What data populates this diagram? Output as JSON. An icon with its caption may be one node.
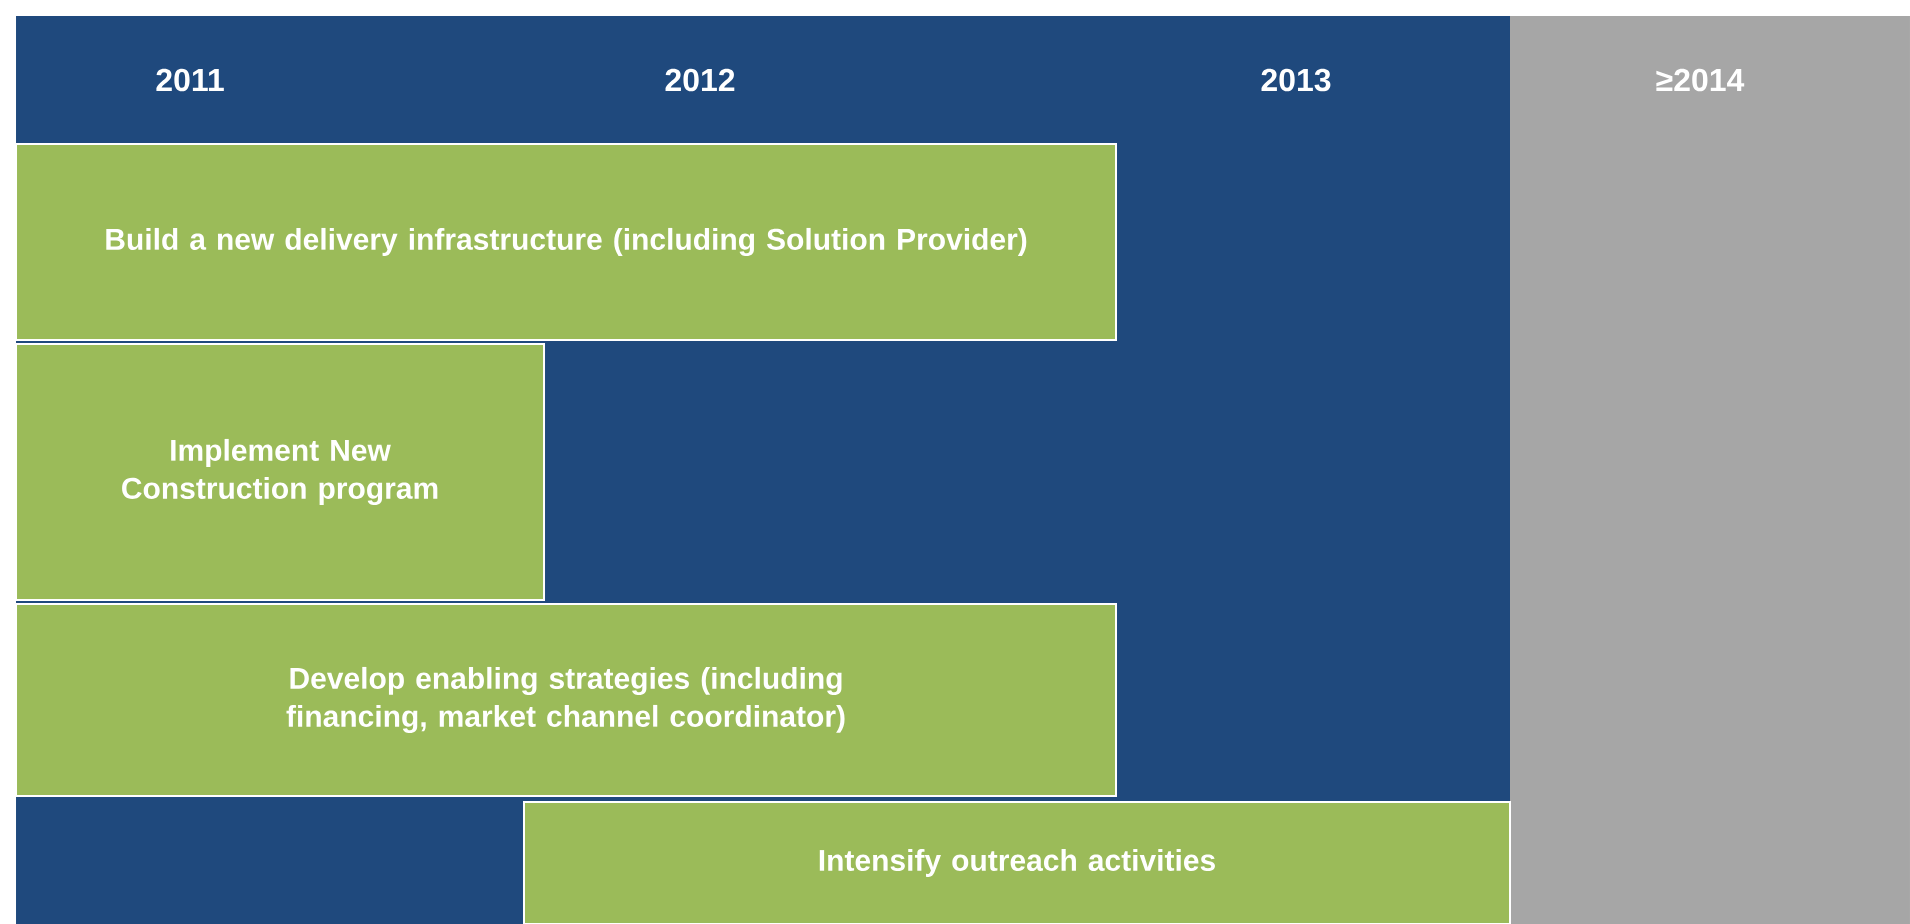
{
  "diagram": {
    "nodes": [
      {
        "text": [
          "Build a new delivery infrastructure (including Solution Provider)"
        ]
      },
      {
        "text": [
          "Implement New Construction program"
        ]
      },
      {
        "text": [
          "Develop enabling strategies (including financing, market channel coordinator)"
        ]
      },
      {
        "text": [
          "Intensify outreach activities"
        ]
      }
    ],
    "labels": [
      "2011",
      "2012",
      "2013",
      "≥2014"
    ]
  }
}
